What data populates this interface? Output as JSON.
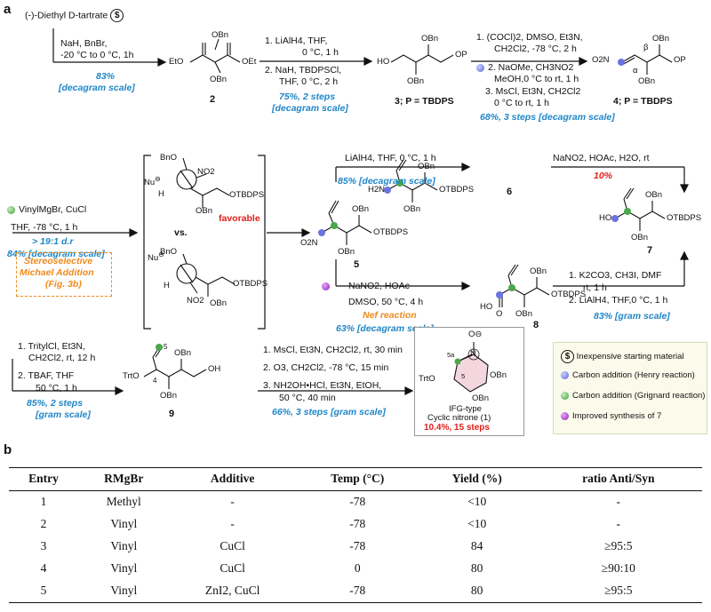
{
  "panel_a": "a",
  "panel_b": "b",
  "start": {
    "label": "(-)-Diethyl D-tartrate",
    "icon": "coin-dollar-icon"
  },
  "step1": {
    "line1": "NaH, BnBr,",
    "line2": "-20 °C to 0 °C, 1h",
    "yield": "83%",
    "scale": "[decagram scale]"
  },
  "cmpd2": {
    "number": "2",
    "text_left": "EtO",
    "text_right": "OEt",
    "obn_top": "OBn",
    "obn_bottom": "OBn"
  },
  "step2": {
    "line1": "1. LiAlH4, THF,",
    "line2": "0 °C, 1 h",
    "line3": "2. NaH, TBDPSCl,",
    "line4": "THF, 0 °C, 2 h",
    "yield": "75%, 2 steps",
    "scale": "[decagram scale]"
  },
  "cmpd3": {
    "label": "3; P = TBDPS",
    "ho": "HO",
    "op": "OP",
    "obn1": "OBn",
    "obn2": "OBn"
  },
  "step3": {
    "line1": "1. (COCl)2, DMSO, Et3N,",
    "line2": "CH2Cl2, -78 °C, 2 h",
    "line3": "2. NaOMe, CH3NO2",
    "line4": "MeOH,0 °C to rt, 1 h",
    "line5": "3. MsCl, Et3N, CH2Cl2",
    "line6": "0 °C to rt, 1 h",
    "yield": "68%, 3 steps  [decagram scale]"
  },
  "cmpd4": {
    "label": "4; P = TBDPS",
    "no2": "O2N",
    "alpha": "α",
    "beta": "β",
    "op": "OP",
    "obn1": "OBn",
    "obn2": "OBn"
  },
  "step4": {
    "line1": "VinylMgBr, CuCl",
    "line2": "THF, -78 °C, 1 h",
    "dr": "> 19:1 d.r",
    "yield": "84% [decagram scale]",
    "michael1": "Stereoselective",
    "michael2": "Michael Addition",
    "michael3": "(Fig. 3b)"
  },
  "ts": {
    "nu": "Nu",
    "vs": "vs.",
    "favorable": "favorable",
    "bno": "BnO",
    "no2": "NO2",
    "otbdps": "OTBDPS",
    "obn": "OBn",
    "h": "H"
  },
  "cmpd5": {
    "number": "5",
    "no2": "O2N",
    "otbdps": "OTBDPS",
    "obn1": "OBn",
    "obn2": "OBn"
  },
  "step5": {
    "line1": "LiAlH4, THF, 0 °C, 1 h",
    "yield": "85% [decagram scale]"
  },
  "cmpd6": {
    "number": "6",
    "h2n": "H2N",
    "otbdps": "OTBDPS",
    "obn1": "OBn",
    "obn2": "OBn"
  },
  "step6": {
    "line1": "NaNO2, HOAc, H2O, rt",
    "yield": "10%"
  },
  "cmpd7": {
    "number": "7",
    "ho": "HO",
    "otbdps": "OTBDPS",
    "obn1": "OBn",
    "obn2": "OBn"
  },
  "step7": {
    "line1": "NaNO2, HOAc",
    "line2": "DMSO, 50 °C, 4 h",
    "nef": "Nef reaction",
    "yield": "63% [decagram scale]"
  },
  "cmpd8": {
    "number": "8",
    "ho": "HO",
    "o": "O",
    "otbdps": "OTBDPS",
    "obn1": "OBn",
    "obn2": "OBn"
  },
  "step8": {
    "line1": "1. K2CO3, CH3I, DMF",
    "line2": "rt, 1 h",
    "line3": "2. LiAlH4, THF,0 °C, 1 h",
    "yield": "83% [gram scale]"
  },
  "step9": {
    "line1": "1. TritylCl, Et3N,",
    "line2": "CH2Cl2, rt, 12 h",
    "line3": "2. TBAF, THF",
    "line4": "50 °C, 1 h",
    "yield": "85%, 2 steps",
    "scale": "[gram scale]"
  },
  "cmpd9": {
    "number": "9",
    "tro": "TrtO",
    "oh": "OH",
    "obn1": "OBn",
    "obn2": "OBn",
    "c4": "4",
    "c5": "5"
  },
  "step10": {
    "line1": "1. MsCl, Et3N, CH2Cl2, rt, 30 min",
    "line2": "2. O3, CH2Cl2, -78 °C, 15 min",
    "line3": "3. NH2OH•HCl, Et3N, EtOH,",
    "line4": "50 °C, 40 min",
    "yield": "66%, 3 steps  [gram scale]"
  },
  "product": {
    "line1": "IFG-type",
    "line2": "Cyclic nitrone (1)",
    "yield": "10.4%, 15 steps",
    "tro": "TrtO",
    "obn1": "OBn",
    "obn2": "OBn",
    "n": "N",
    "o": "O",
    "c5a": "5a",
    "c5": "5"
  },
  "legend": {
    "items": [
      {
        "icon": "coin-dollar-icon",
        "label": "Inexpensive starting material"
      },
      {
        "icon": "blue-dot-icon",
        "label": "Carbon addition (Henry reaction)"
      },
      {
        "icon": "green-dot-icon",
        "label": "Carbon addition (Grignard reaction)"
      },
      {
        "icon": "purple-smiley-icon",
        "label": "Improved synthesis of 7"
      }
    ]
  },
  "table": {
    "headers": [
      "Entry",
      "RMgBr",
      "Additive",
      "Temp (°C)",
      "Yield (%)",
      "ratio Anti/Syn"
    ],
    "rows": [
      [
        "1",
        "Methyl",
        "-",
        "-78",
        "<10",
        "-"
      ],
      [
        "2",
        "Vinyl",
        "-",
        "-78",
        "<10",
        "-"
      ],
      [
        "3",
        "Vinyl",
        "CuCl",
        "-78",
        "84",
        "≥95:5"
      ],
      [
        "4",
        "Vinyl",
        "CuCl",
        "0",
        "80",
        "≥90:10"
      ],
      [
        "5",
        "Vinyl",
        "ZnI2, CuCl",
        "-78",
        "80",
        "≥95:5"
      ]
    ]
  },
  "colors": {
    "blue": "#1f86c8",
    "red": "#e0201b",
    "orange": "#f08a1c"
  }
}
